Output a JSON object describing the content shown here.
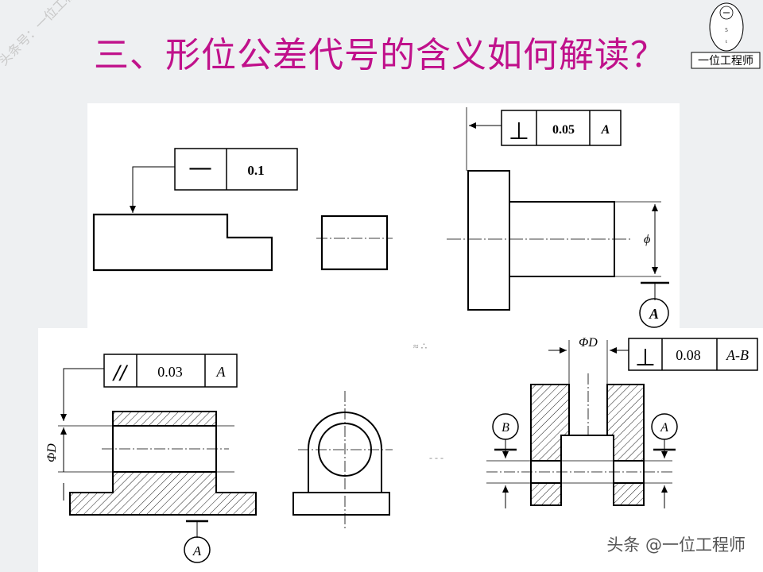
{
  "title": "三、形位公差代号的含义如何解读？",
  "colors": {
    "title": "#c0118b",
    "background": "#eef0f2",
    "line": "#000000"
  },
  "watermarks": {
    "side": "头条号：一位工程师",
    "logo_caption": "一位工程师",
    "bottom": "头条 @一位工程师"
  },
  "fig1": {
    "symbol": "—",
    "value": "0.1"
  },
  "fig2": {
    "symbol": "⊥",
    "value": "0.05",
    "datum": "A",
    "dim": "ϕ",
    "datum_label": "A"
  },
  "fig3": {
    "symbol": "//",
    "value": "0.03",
    "datum": "A",
    "dim": "ΦD",
    "datum_label": "A"
  },
  "fig4": {
    "symbol": "⊥",
    "value": "0.08",
    "datum": "A-B",
    "dim": "ΦD",
    "datum_label_left": "B",
    "datum_label_right": "A"
  }
}
